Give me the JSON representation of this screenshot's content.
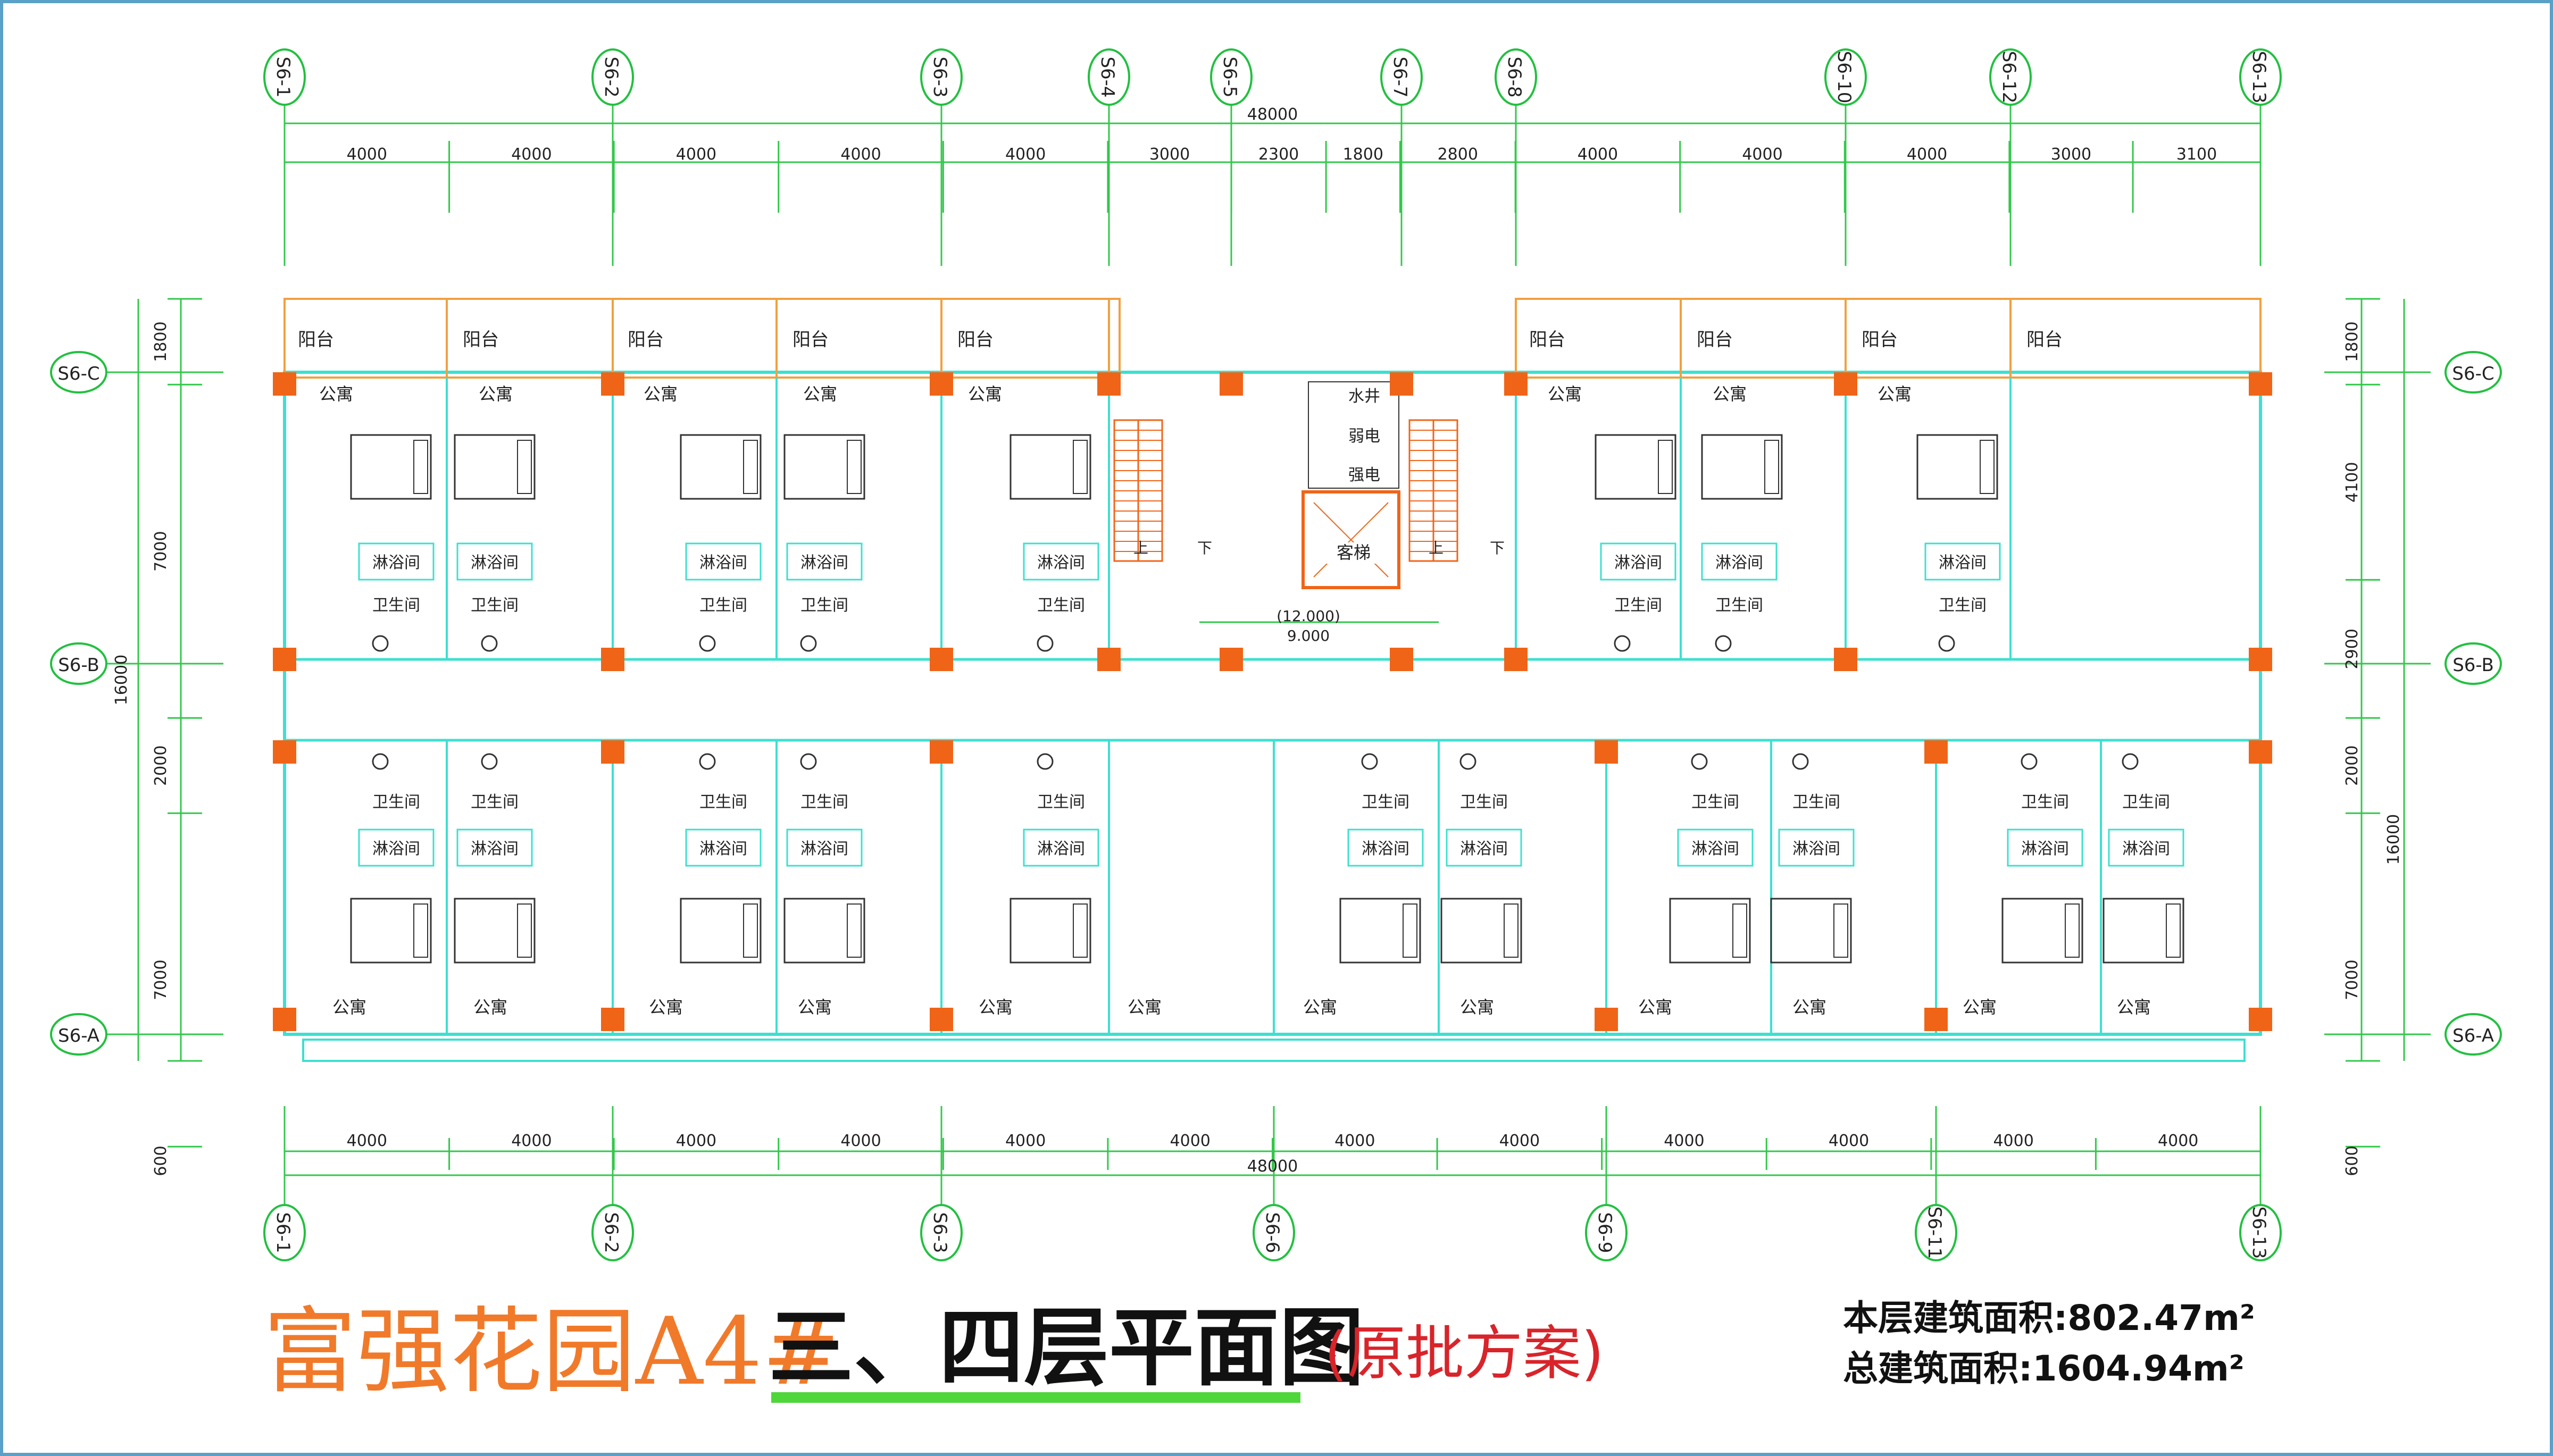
{
  "title": {
    "project": "富强花园A4#",
    "plan_name": "三、四层平面图",
    "note": "(原批方案)"
  },
  "area": {
    "floor": "本层建筑面积:802.47m²",
    "total": "总建筑面积:1604.94m²"
  },
  "axes": {
    "top": [
      "S6-1",
      "S6-2",
      "S6-3",
      "S6-4",
      "S6-5",
      "S6-7",
      "S6-8",
      "S6-10",
      "S6-12",
      "S6-13"
    ],
    "bottom": [
      "S6-1",
      "S6-2",
      "S6-3",
      "S6-6",
      "S6-9",
      "S6-11",
      "S6-13"
    ],
    "rows": [
      "S6-C",
      "S6-B",
      "S6-A"
    ]
  },
  "dimensions": {
    "top_total": "48000",
    "top_spans": [
      "4000",
      "4000",
      "4000",
      "4000",
      "4000",
      "3000",
      "2300",
      "1800",
      "2800",
      "4000",
      "4000",
      "4000",
      "3000",
      "3100"
    ],
    "bottom_total": "48000",
    "bottom_spans": [
      "4000",
      "4000",
      "4000",
      "4000",
      "4000",
      "4000",
      "4000",
      "4000",
      "4000",
      "4000",
      "4000",
      "4000"
    ],
    "left_total": "16000",
    "left_spans": [
      "1800",
      "7000",
      "2000",
      "7000",
      "600"
    ],
    "right_total": "16000",
    "right_spans": [
      "1800",
      "4100",
      "2900",
      "2000",
      "7000",
      "600"
    ]
  },
  "rooms": {
    "balcony": "阳台",
    "apartment": "公寓",
    "shower": "淋浴间",
    "toilet": "卫生间",
    "water_shaft": "水井",
    "weak_power": "弱电",
    "strong_power": "强电",
    "elevator": "客梯",
    "up": "上",
    "down": "下",
    "elevation_1": "(12.000)",
    "elevation_2": "9.000"
  }
}
